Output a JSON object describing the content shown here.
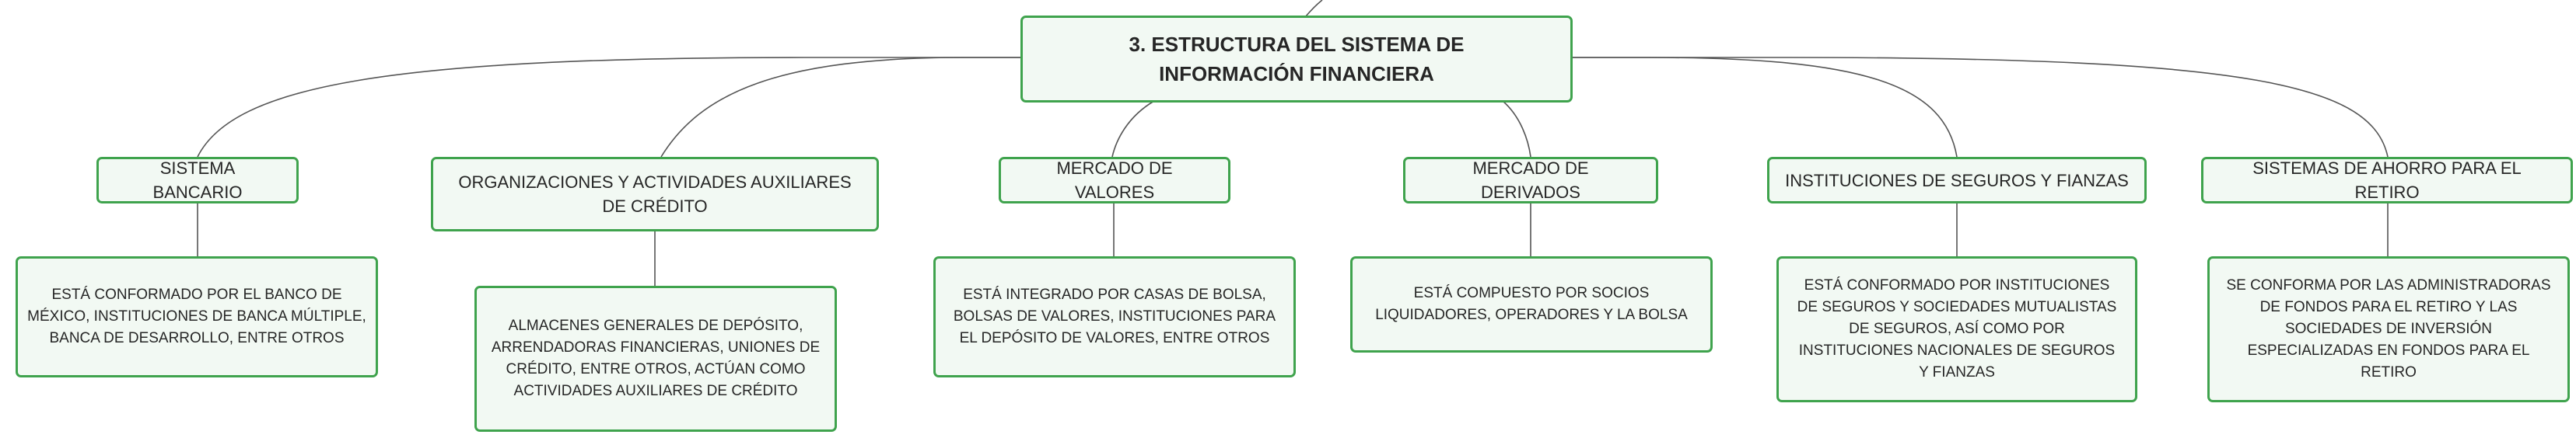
{
  "diagram": {
    "root": {
      "label": "3. ESTRUCTURA DEL SISTEMA DE INFORMACIÓN FINANCIERA"
    },
    "branches": [
      {
        "title": "SISTEMA BANCARIO",
        "description": "ESTÁ CONFORMADO POR EL BANCO DE MÉXICO, INSTITUCIONES DE BANCA MÚLTIPLE, BANCA DE DESARROLLO, ENTRE OTROS"
      },
      {
        "title": "ORGANIZACIONES Y ACTIVIDADES AUXILIARES DE CRÉDITO",
        "description": "ALMACENES GENERALES DE DEPÓSITO, ARRENDADORAS FINANCIERAS, UNIONES DE CRÉDITO, ENTRE OTROS, ACTÚAN COMO ACTIVIDADES AUXILIARES DE CRÉDITO"
      },
      {
        "title": "MERCADO DE VALORES",
        "description": "ESTÁ INTEGRADO POR CASAS DE BOLSA, BOLSAS DE VALORES, INSTITUCIONES PARA EL DEPÓSITO DE VALORES, ENTRE OTROS"
      },
      {
        "title": "MERCADO DE DERIVADOS",
        "description": "ESTÁ COMPUESTO POR SOCIOS LIQUIDADORES, OPERADORES Y LA BOLSA"
      },
      {
        "title": "INSTITUCIONES DE SEGUROS Y FIANZAS",
        "description": "ESTÁ CONFORMADO POR INSTITUCIONES DE SEGUROS Y SOCIEDADES MUTUALISTAS DE SEGUROS, ASÍ COMO POR INSTITUCIONES NACIONALES DE SEGUROS Y FIANZAS"
      },
      {
        "title": "SISTEMAS DE AHORRO PARA EL RETIRO",
        "description": "SE CONFORMA POR LAS ADMINISTRADORAS DE FONDOS PARA EL RETIRO Y LAS SOCIEDADES DE INVERSIÓN ESPECIALIZADAS EN FONDOS PARA EL RETIRO"
      }
    ]
  },
  "colors": {
    "node_border": "#3fa34d",
    "node_fill": "#f2f9f3",
    "connector": "#555555",
    "text": "#262626"
  }
}
